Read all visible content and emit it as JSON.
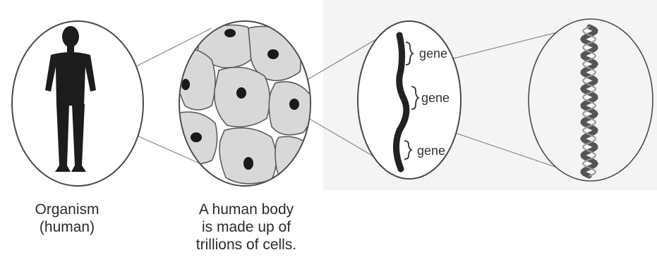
{
  "captions": {
    "organism": [
      "Organism",
      "(human)"
    ],
    "cells": [
      "A human body",
      "is made up of",
      "trillions of cells."
    ]
  },
  "gene_labels": [
    "gene",
    "gene",
    "gene"
  ],
  "colors": {
    "outline": "#4a4a4a",
    "cell_fill": "#d8d8d8",
    "nucleus": "#1a1a1a",
    "silhouette": "#1c1c1c",
    "chromosome": "#222222",
    "dna": "#555555",
    "panel_background": "#f4f4f4"
  }
}
